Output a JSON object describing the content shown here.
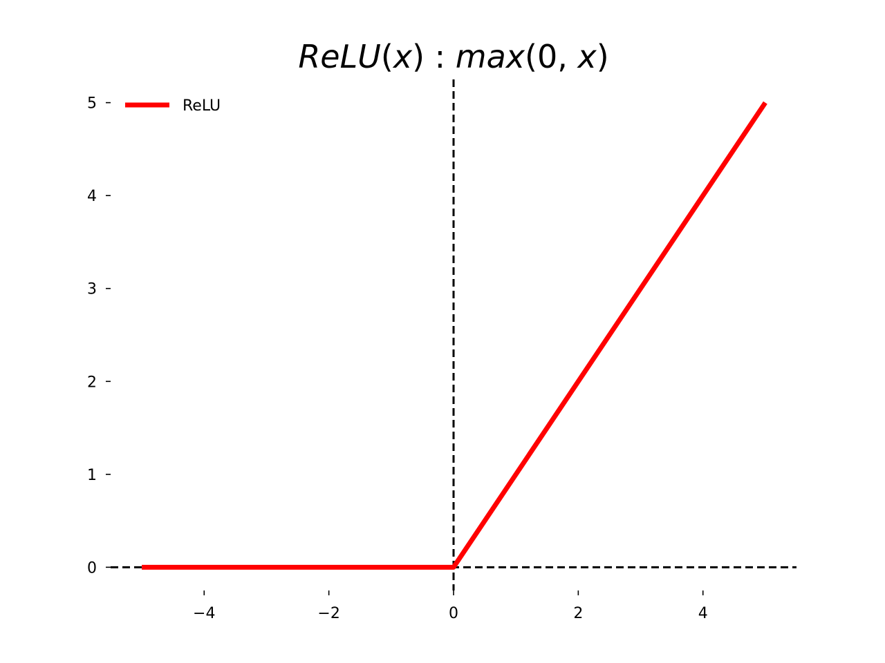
{
  "chart_data": {
    "type": "line",
    "title": {
      "parts": [
        {
          "text": "ReLU",
          "italic": true
        },
        {
          "text": "(",
          "italic": false
        },
        {
          "text": "x",
          "italic": true
        },
        {
          "text": ")",
          "italic": false
        },
        {
          "text": " : ",
          "italic": false
        },
        {
          "text": "max",
          "italic": true
        },
        {
          "text": "(0, ",
          "italic": false
        },
        {
          "text": "x",
          "italic": true
        },
        {
          "text": ")",
          "italic": false
        }
      ]
    },
    "xlim": [
      -5.5,
      5.5
    ],
    "ylim": [
      -0.25,
      5.25
    ],
    "x_ticks": [
      -4,
      -2,
      0,
      2,
      4
    ],
    "x_tick_labels": [
      "−4",
      "−2",
      "0",
      "2",
      "4"
    ],
    "y_ticks": [
      0,
      1,
      2,
      3,
      4,
      5
    ],
    "y_tick_labels": [
      "0",
      "1",
      "2",
      "3",
      "4",
      "5"
    ],
    "grid": false,
    "legend_placement": "top-left",
    "reference_lines": [
      {
        "orientation": "horizontal",
        "value": 0,
        "style": "dashed",
        "color": "#000000"
      },
      {
        "orientation": "vertical",
        "value": 0,
        "style": "dashed",
        "color": "#000000"
      }
    ],
    "series": [
      {
        "name": "ReLU",
        "color": "#ff0000",
        "x": [
          -5,
          0,
          5
        ],
        "y": [
          0,
          0,
          5
        ]
      }
    ]
  }
}
